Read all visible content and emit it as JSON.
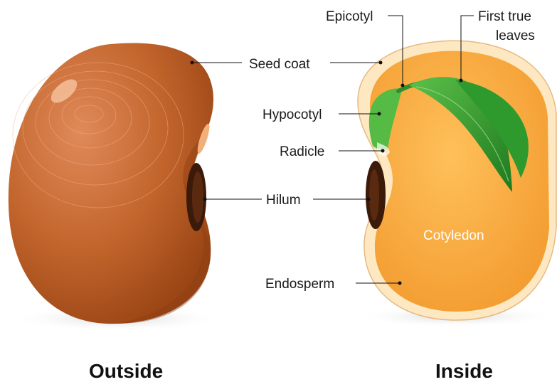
{
  "labels": {
    "epicotyl": "Epicotyl",
    "first_true_leaves_line1": "First true",
    "first_true_leaves_line2": "leaves",
    "seed_coat": "Seed coat",
    "hypocotyl": "Hypocotyl",
    "radicle": "Radicle",
    "hilum": "Hilum",
    "cotyledon": "Cotyledon",
    "endosperm": "Endosperm"
  },
  "captions": {
    "outside": "Outside",
    "inside": "Inside"
  },
  "colors": {
    "seed_outer": "#b95a22",
    "seed_highlight": "#e08a5a",
    "seed_coat_inner": "#fde8c2",
    "cotyledon": "#f7a93b",
    "leaf_green": "#3aa53a",
    "leaf_dark": "#1f7a1f",
    "hilum": "#3b1a0a"
  }
}
